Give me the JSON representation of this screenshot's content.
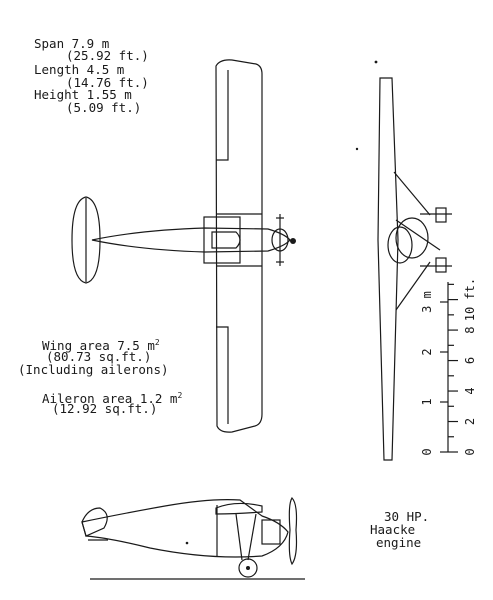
{
  "specs": {
    "span": "Span 7.9 m",
    "span_ft": "(25.92 ft.)",
    "length": "Length 4.5 m",
    "length_ft": "(14.76 ft.)",
    "height": "Height 1.55 m",
    "height_ft": "(5.09 ft.)",
    "wing_area": "Wing area 7.5 m",
    "wing_area_sup": "2",
    "wing_area_ft": "(80.73 sq.ft.)",
    "wing_area_note": "(Including ailerons)",
    "aileron_area": "Aileron area 1.2 m",
    "aileron_area_sup": "2",
    "aileron_area_ft": "(12.92 sq.ft.)"
  },
  "engine": {
    "power": "30 HP.",
    "make": "Haacke",
    "label": "engine"
  },
  "scale": {
    "meters": [
      "0",
      "1",
      "2",
      "3 m"
    ],
    "feet": [
      "0",
      "2",
      "4",
      "6",
      "8",
      "10 ft."
    ]
  }
}
